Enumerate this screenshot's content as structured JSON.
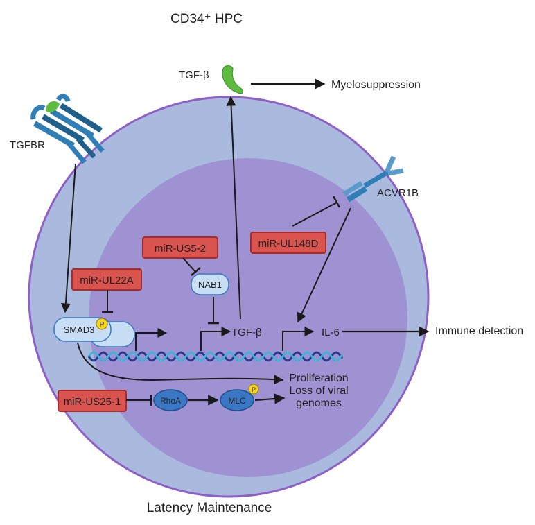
{
  "title": "CD34⁺ HPC",
  "footer": "Latency Maintenance",
  "labels": {
    "tgf_beta_out": "TGF-β",
    "myelosuppression": "Myelosuppression",
    "tgfbr": "TGFBR",
    "acvr1b": "ACVR1B",
    "tgf_beta_gene": "TGF-β",
    "il6": "IL-6",
    "immune_detection": "Immune detection",
    "proliferation_1": "Proliferation",
    "proliferation_2": "Loss of viral",
    "proliferation_3": "genomes",
    "phospho": "P"
  },
  "mirnas": {
    "us5_2": "miR-US5-2",
    "ul22a": "miR-UL22A",
    "ul148d": "miR-UL148D",
    "us25_1": "miR-US25-1"
  },
  "proteins": {
    "nab1": "NAB1",
    "smad3": "SMAD3",
    "rhoa": "RhoA",
    "mlc": "MLC"
  },
  "colors": {
    "outer_cell": "#aabadf",
    "cell_border": "#8f5fc8",
    "nucleus": "#9e92d3",
    "mirna_fill": "#d9534f",
    "mirna_border": "#a92c2a",
    "protein_light": "#c7def5",
    "protein_dark": "#3a77c4",
    "phospho": "#f7d51a",
    "ligand": "#5dbb3e",
    "receptor": "#2f7fb6"
  }
}
